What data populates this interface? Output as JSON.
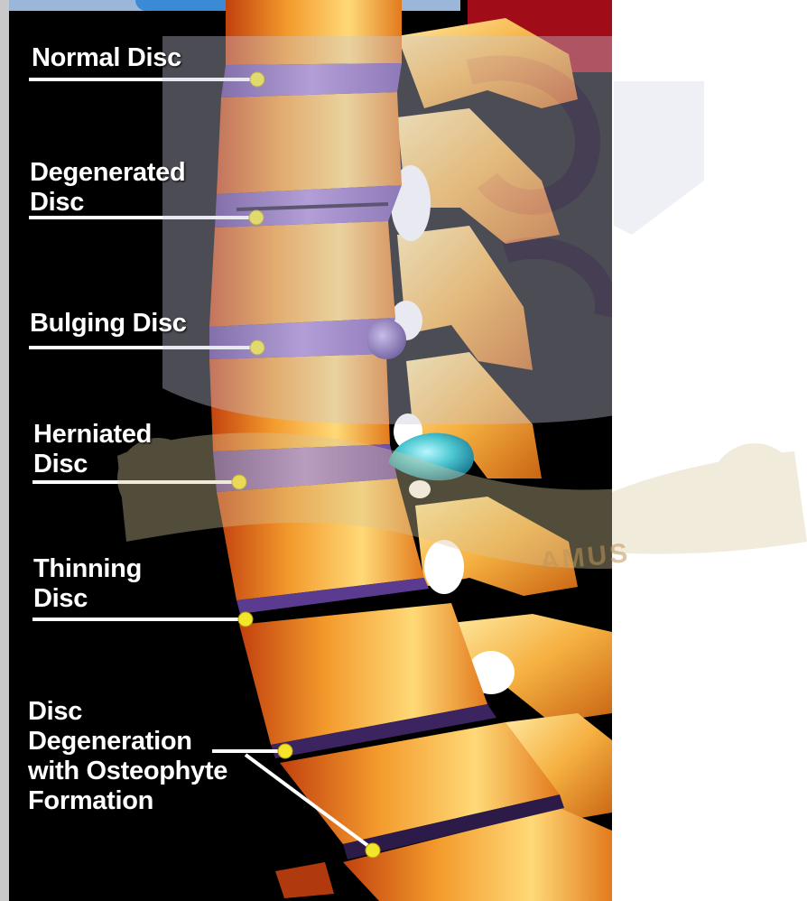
{
  "labels": {
    "normal": "Normal Disc",
    "degenerated": "Degenerated\nDisc",
    "bulging": "Bulging Disc",
    "herniated": "Herniated\nDisc",
    "thinning": "Thinning\nDisc",
    "osteophyte": "Disc\nDegeneration\nwith Osteophyte\nFormation"
  },
  "watermark": {
    "text": "AMUS"
  },
  "colors": {
    "background": "#000000",
    "label": "#ffffff",
    "pointer_dot": "#f2e62a",
    "bone": "#f0a23a",
    "disc": "#8a5fb8",
    "herniation": "#3fc6c8",
    "banner_red": "#a00d18"
  }
}
